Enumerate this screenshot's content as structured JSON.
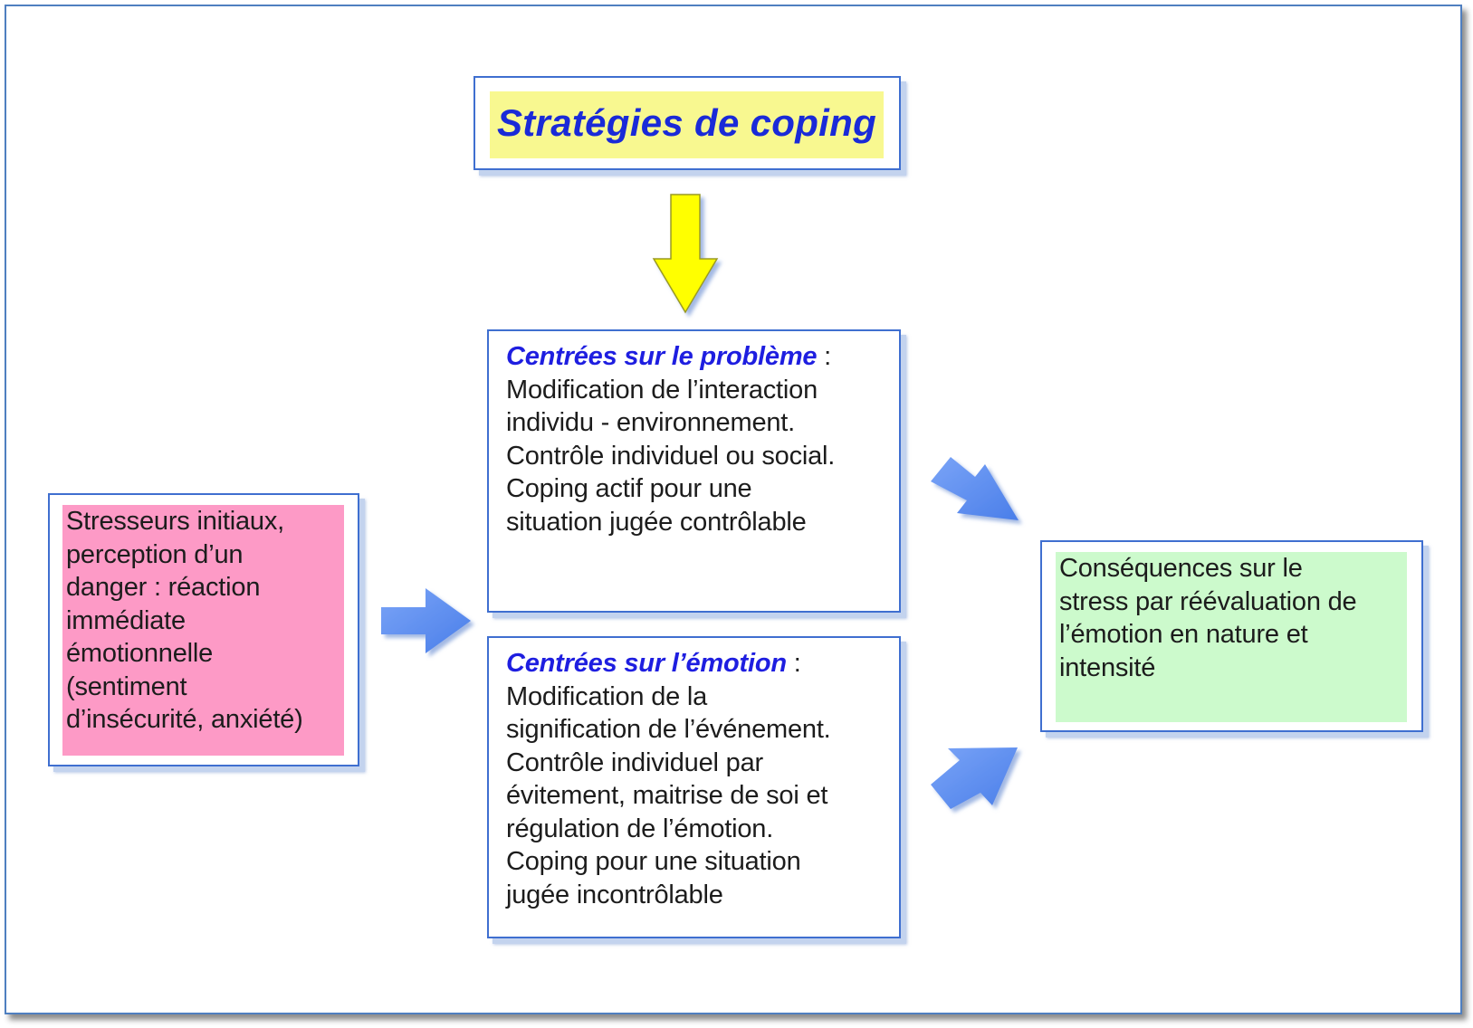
{
  "title": "Stratégies de coping",
  "stressors": {
    "lines": [
      "Stresseurs initiaux,",
      "perception d’un",
      "danger : réaction",
      "immédiate",
      "émotionnelle",
      "(sentiment",
      "d’insécurité, anxiété)"
    ]
  },
  "problem_focused": {
    "heading": "Centrées sur le problème",
    "colon": " :",
    "lines": [
      "Modification de l’interaction",
      "individu - environnement.",
      "Contrôle individuel ou social.",
      "Coping actif pour une",
      "situation jugée contrôlable"
    ]
  },
  "emotion_focused": {
    "heading": "Centrées sur l’émotion",
    "colon": " :",
    "lines": [
      "Modification de la",
      "signification de l’événement.",
      "Contrôle individuel par",
      "évitement, maitrise de soi et",
      "régulation de l’émotion.",
      "Coping pour une situation",
      "jugée incontrôlable"
    ]
  },
  "consequences": {
    "lines": [
      "Conséquences sur le",
      "stress par réévaluation de",
      "l’émotion en nature et",
      "intensité"
    ]
  },
  "colors": {
    "title_fill": "#f8f890",
    "title_text": "#1a2ad8",
    "stressors_fill": "#fd9ac6",
    "consequences_fill": "#ccfacc",
    "box_border": "#3f6fd0",
    "heading_text": "#1e1ee0",
    "down_arrow": "#ffff00",
    "side_arrows": "#5b8ef0"
  },
  "icons": {
    "down_arrow": "yellow-down-arrow-icon",
    "right_arrow": "blue-right-arrow-icon",
    "diagonal_down_arrow": "blue-diagonal-down-arrow-icon",
    "diagonal_up_arrow": "blue-diagonal-up-arrow-icon"
  }
}
